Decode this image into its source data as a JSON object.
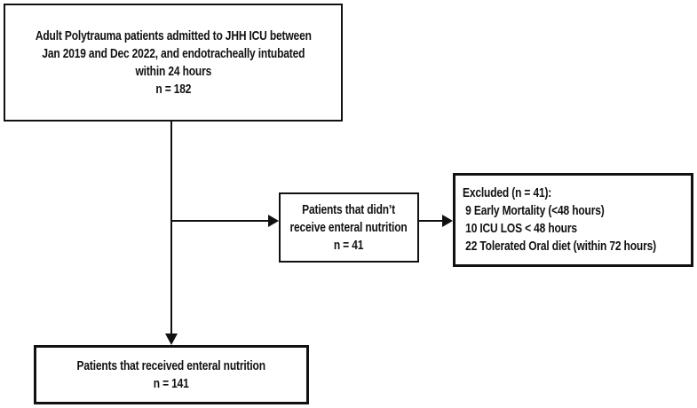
{
  "diagram": {
    "type": "patient-flow-chart",
    "background_color": "#ffffff",
    "line_color": "#111111",
    "boxes": {
      "eligible": {
        "lines": [
          "Adult Polytrauma patients admitted to JHH ICU between",
          "Jan 2019 and Dec 2022, and endotracheally intubated",
          "within 24 hours",
          "n = 182"
        ],
        "n": 182
      },
      "no_enteral_nutrition": {
        "lines": [
          "Patients that didn’t",
          "receive enteral nutrition",
          "n = 41"
        ],
        "n": 41
      },
      "excluded": {
        "lines": [
          "Excluded (n = 41):",
          " 9 Early Mortality (<48 hours)",
          " 10 ICU LOS < 48 hours",
          " 22 Tolerated Oral diet (within 72 hours)"
        ],
        "n": 41
      },
      "received_enteral_nutrition": {
        "lines": [
          "Patients that received enteral nutrition",
          "n = 141"
        ],
        "n": 141
      }
    }
  }
}
